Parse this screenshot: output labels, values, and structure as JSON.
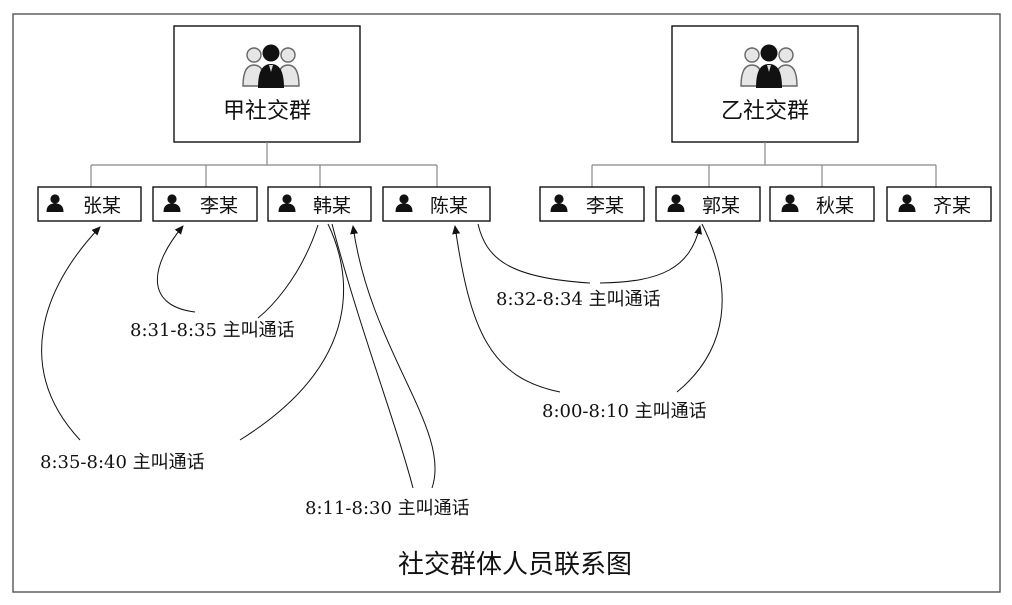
{
  "caption": "社交群体人员联系图",
  "groups": [
    {
      "id": "jia",
      "name": "甲社交群",
      "icon": "group-people-icon"
    },
    {
      "id": "yi",
      "name": "乙社交群",
      "icon": "group-people-icon"
    }
  ],
  "members": [
    {
      "id": "zhang",
      "name": "张某",
      "group": "jia",
      "icon": "person-icon"
    },
    {
      "id": "li1",
      "name": "李某",
      "group": "jia",
      "icon": "person-icon"
    },
    {
      "id": "han",
      "name": "韩某",
      "group": "jia",
      "icon": "person-icon"
    },
    {
      "id": "chen",
      "name": "陈某",
      "group": "jia",
      "icon": "person-icon"
    },
    {
      "id": "li2",
      "name": "李某",
      "group": "yi",
      "icon": "person-icon"
    },
    {
      "id": "guo",
      "name": "郭某",
      "group": "yi",
      "icon": "person-icon"
    },
    {
      "id": "qiu",
      "name": "秋某",
      "group": "yi",
      "icon": "person-icon"
    },
    {
      "id": "qi",
      "name": "齐某",
      "group": "yi",
      "icon": "person-icon"
    }
  ],
  "calls": [
    {
      "label": "8:31-8:35 主叫通话",
      "from": "han",
      "to": "li1"
    },
    {
      "label": "8:35-8:40 主叫通话",
      "from": "han",
      "to": "zhang"
    },
    {
      "label": "8:11-8:30 主叫通话",
      "from": "han",
      "to": "han"
    },
    {
      "label": "8:32-8:34 主叫通话",
      "from": "chen",
      "to": "guo"
    },
    {
      "label": "8:00-8:10 主叫通话",
      "from": "guo",
      "to": "chen"
    }
  ]
}
